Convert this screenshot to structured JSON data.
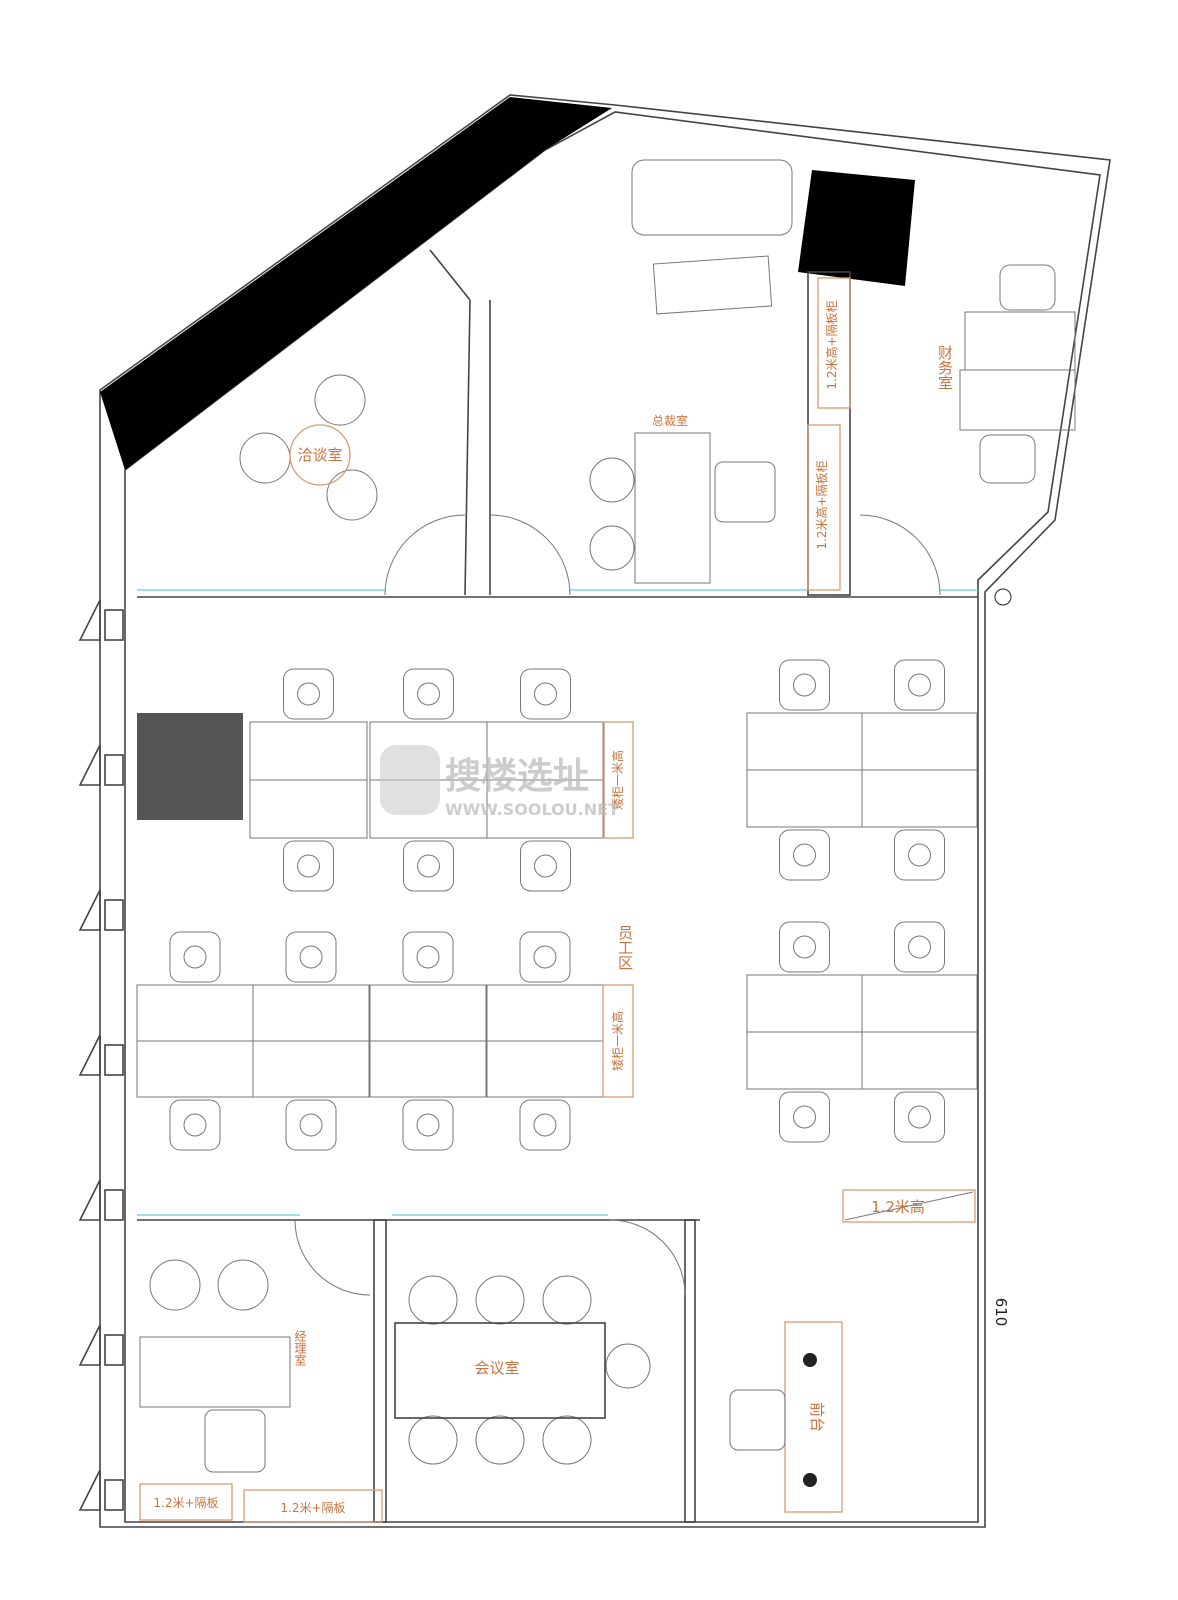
{
  "rooms": {
    "negotiation": "洽谈室",
    "president": "总裁室",
    "finance": "财务室",
    "staff_area": "员工区",
    "manager": "经理室",
    "meeting": "会议室",
    "reception": "前台"
  },
  "annotations": {
    "cabinet_upper": "1.2米高+隔板柜",
    "cabinet_lower": "1.2米高+隔板柜",
    "low_cabinet_1": "矮柜一米高",
    "low_cabinet_2": "矮柜一米高",
    "height_1_2": "1.2米高",
    "partition_left": "1.2米+隔板",
    "partition_right": "1.2米+隔板",
    "dimension": "610"
  },
  "watermark": {
    "text": "搜楼选址",
    "url": "WWW.SOOLOU.NET"
  },
  "colors": {
    "label": "#c8743f",
    "wall": "#444444",
    "glass": "#5fd0d8"
  }
}
